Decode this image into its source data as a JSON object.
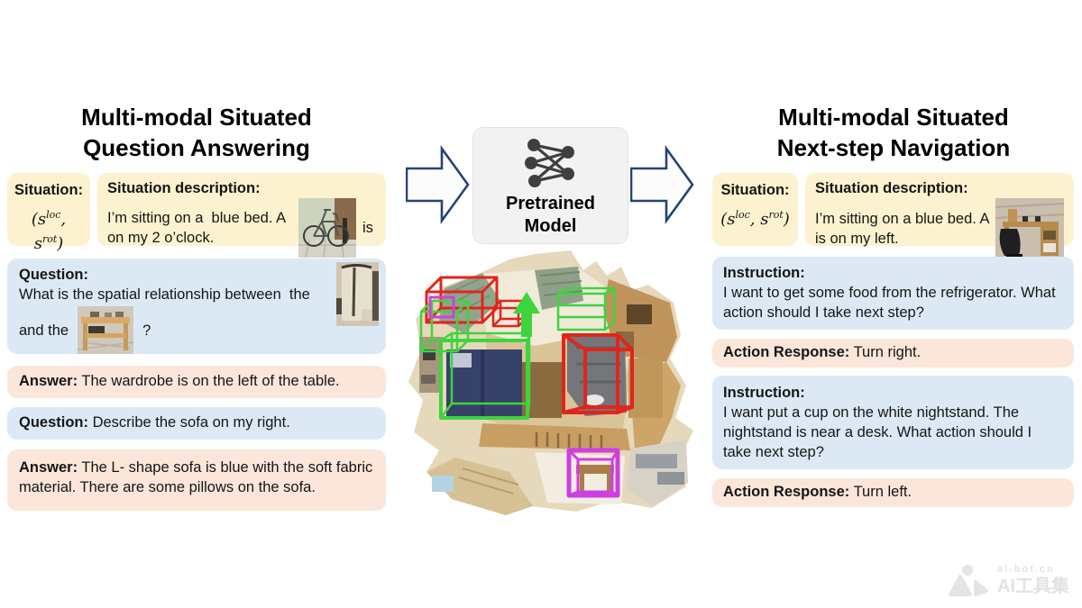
{
  "colors": {
    "situation_bg": "#FCF2CF",
    "question_bg": "#DCE9F5",
    "answer_bg": "#FBE6D9",
    "arrow_stroke": "#24456E",
    "model_bg": "#F2F2F2",
    "bbox_red": "#E1251B",
    "bbox_green": "#3ED43E",
    "bbox_magenta": "#CF3FE0"
  },
  "left_panel": {
    "title_line1": "Multi-modal Situated",
    "title_line2": "Question Answering",
    "situation_box": {
      "label": "Situation:",
      "formula": {
        "open": "(",
        "s1": "s",
        "sup1": "loc",
        "sep": ", ",
        "s2": "s",
        "sup2": "rot",
        "close": ")"
      }
    },
    "situation_desc": {
      "label": "Situation description:",
      "line1": "I’m sitting on a  blue bed. A",
      "line2": "on my 2 o’clock.",
      "after_image": "is",
      "image": "bicycle-photo"
    },
    "question1": {
      "label": "Question:",
      "line1": "What is the spatial relationship between  the",
      "line2_prefix": "and the",
      "line2_suffix": "?",
      "image_right": "wardrobe-photo",
      "image_inline": "table-photo"
    },
    "answer1": {
      "label": "Answer:",
      "text": "The wardrobe is on the left of the table."
    },
    "question2": {
      "label": "Question:",
      "text": "Describe the sofa on my right."
    },
    "answer2": {
      "label": "Answer:",
      "text": "The L- shape sofa is blue with the soft fabric material. There are some pillows on the sofa."
    }
  },
  "center": {
    "model_line1": "Pretrained",
    "model_line2": "Model",
    "icons": {
      "neural_network": "neural-network-icon",
      "flow_left": "block-arrow-right-icon",
      "flow_right": "block-arrow-right-icon",
      "scene": "apartment-3d-scan"
    }
  },
  "right_panel": {
    "title_line1": "Multi-modal Situated",
    "title_line2": "Next-step Navigation",
    "situation_box": {
      "label": "Situation:",
      "formula": {
        "open": "(",
        "s1": "s",
        "sup1": "loc",
        "sep": ", ",
        "s2": "s",
        "sup2": "rot",
        "close": ")"
      }
    },
    "situation_desc": {
      "label": "Situation description:",
      "line1": "I’m sitting on a blue bed. A",
      "line2": "is on my left.",
      "image": "desk-photo"
    },
    "instruction1": {
      "label": "Instruction:",
      "text": "I want to get some food from the refrigerator. What action should I take next step?"
    },
    "action1": {
      "label": "Action Response:",
      "text": "Turn right."
    },
    "instruction2": {
      "label": "Instruction:",
      "text": "I want put a cup on the white nightstand. The nightstand is near a desk. What action should I take next step?"
    },
    "action2": {
      "label": "Action Response:",
      "text": "Turn left."
    }
  },
  "watermark": {
    "site": "ai-bot.cn",
    "name": "AI工具集"
  }
}
